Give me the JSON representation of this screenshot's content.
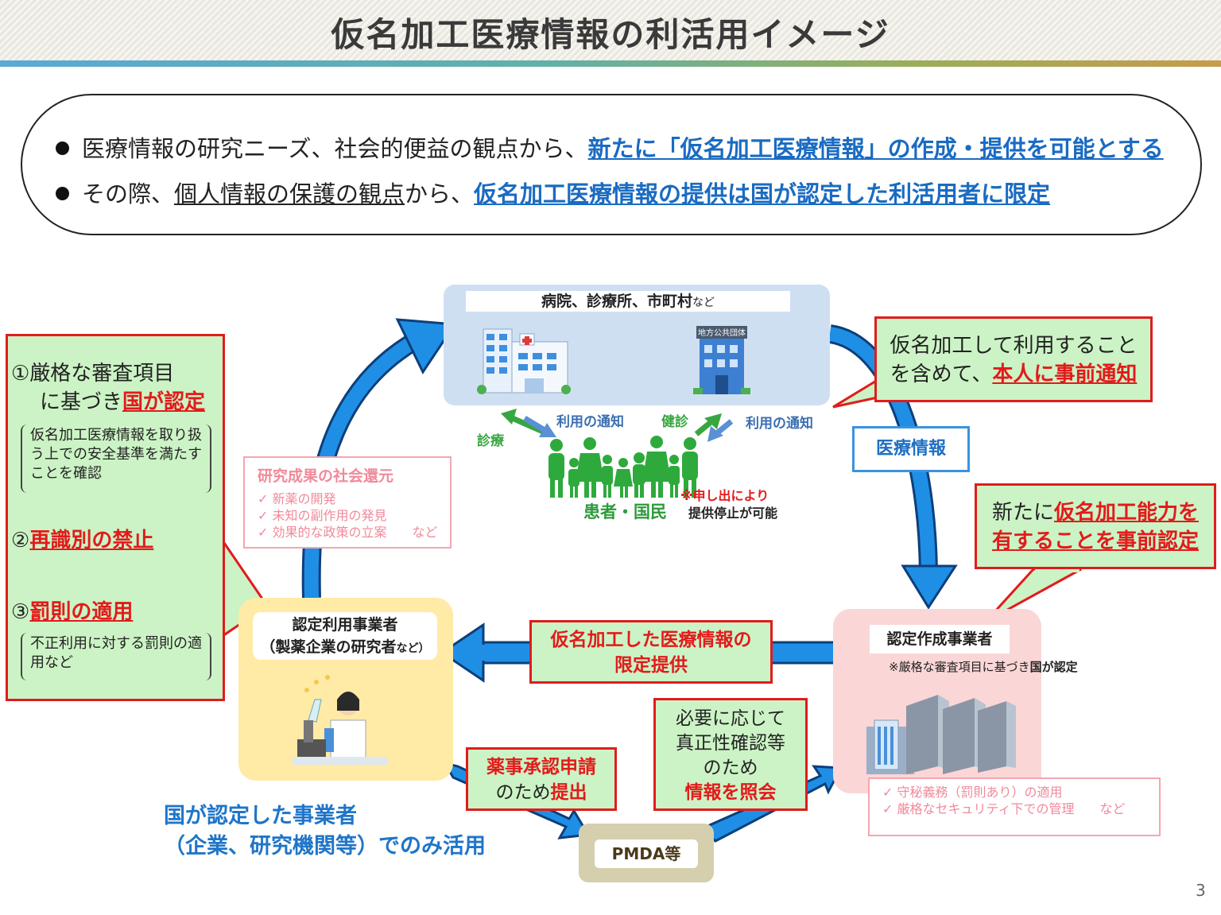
{
  "title": "仮名加工医療情報の利活用イメージ",
  "summary": {
    "line1": {
      "text": "医療情報の研究ニーズ、社会的便益の観点から、",
      "emphasis": "新たに「仮名加工医療情報」の作成・提供を可能とする"
    },
    "line2": {
      "pre": "その際、",
      "underlined": "個人情報の保護の観点",
      "mid": "から、",
      "emphasis": "仮名加工医療情報の提供は国が認定した利活用者に限定"
    }
  },
  "left_panel": {
    "item1_line1": "①厳格な審査項目",
    "item1_line2_pre": "に基づき",
    "item1_line2_emph": "国が認定",
    "item1_note": "仮名加工医療情報を取り扱う上での安全基準を満たすことを確認",
    "item2_num": "②",
    "item2_emph": "再識別の禁止",
    "item3_num": "③",
    "item3_emph": "罰則の適用",
    "item3_note": "不正利用に対する罰則の適用など"
  },
  "hospital": {
    "label": "病院、診療所、市町村",
    "label_suffix": "など",
    "local_gov_sign": "地方公共団体"
  },
  "patients": {
    "label": "患者・国民",
    "note_line1": "※申し出により",
    "note_line2": "提供停止が可能",
    "arrow_label_1": "診療",
    "arrow_label_2": "利用の通知",
    "arrow_label_3": "健診",
    "arrow_label_4": "利用の通知"
  },
  "notice_callout": {
    "line1": "仮名加工して利用すること",
    "line2_pre": "を含めて、",
    "line2_emph": "本人に事前通知"
  },
  "medical_info_label": "医療情報",
  "capability_callout": {
    "line1_pre": "新たに",
    "line1_emph": "仮名加工能力を",
    "line2_emph": "有することを事前認定"
  },
  "creator": {
    "label": "認定作成事業者",
    "note_pre": "※厳格な審査項目に基づき",
    "note_emph": "国が認定",
    "checks": [
      "守秘義務（罰則あり）の適用",
      "厳格なセキュリティ下での管理　　など"
    ]
  },
  "user": {
    "label_line1": "認定利用事業者",
    "label_line2": "（製薬企業の研究者",
    "label_line2_suffix": "など）"
  },
  "limited_provision": {
    "line1": "仮名加工した医療情報の",
    "line2": "限定提供"
  },
  "research_box": {
    "title": "研究成果の社会還元",
    "items": [
      "新薬の開発",
      "未知の副作用の発見",
      "効果的な政策の立案　　など"
    ]
  },
  "approval_callout": {
    "line1": "薬事承認申請",
    "line2_pre": "のため",
    "line2_emph": "提出"
  },
  "inquiry_callout": {
    "line1": "必要に応じて",
    "line2": "真正性確認等",
    "line3": "のため",
    "line4": "情報を照会"
  },
  "pmda_label": "PMDA等",
  "bottom_note": {
    "line1": "国が認定した事業者",
    "line2": "（企業、研究機関等）でのみ活用"
  },
  "page_number": "3",
  "colors": {
    "accent_blue": "#1a6bc2",
    "emphasis_red": "#e21b1b",
    "callout_green": "#ccf3c5",
    "flow_arrow_blue": "#1f8fe6",
    "pink": "#f08a9a"
  }
}
